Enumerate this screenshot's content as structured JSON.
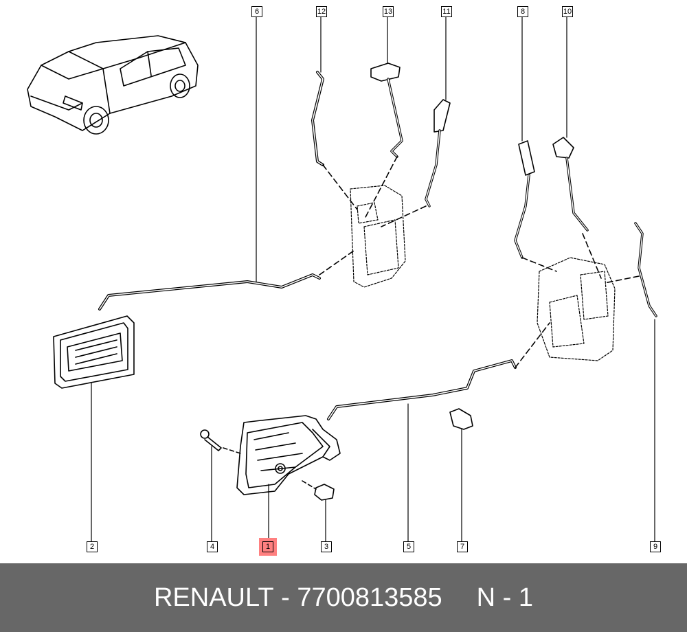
{
  "callouts": {
    "c1": "1",
    "c2": "2",
    "c3": "3",
    "c4": "4",
    "c5": "5",
    "c6": "6",
    "c7": "7",
    "c8": "8",
    "c9": "9",
    "c10": "10",
    "c11": "11",
    "c12": "12",
    "c13": "13"
  },
  "highlighted_callout": "1",
  "highlight_color": "#ff8080",
  "footer": {
    "brand": "RENAULT",
    "separator": " - ",
    "part_number": "7700813585",
    "position_label": "N - 1"
  },
  "colors": {
    "footer_bg": "#676767",
    "footer_text": "#ffffff"
  }
}
